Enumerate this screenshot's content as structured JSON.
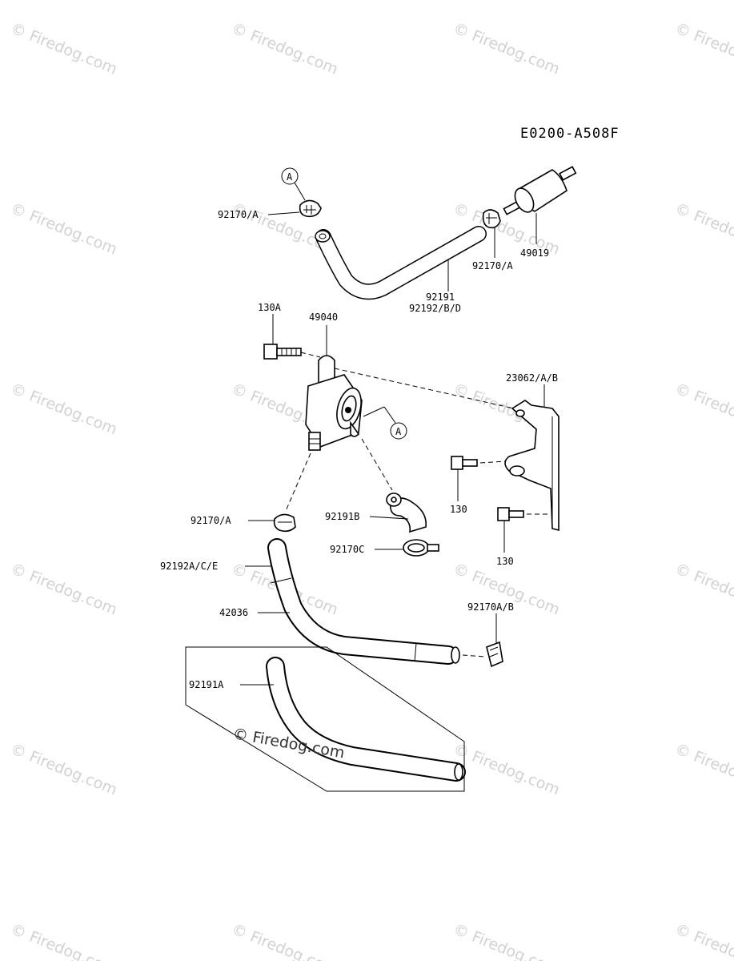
{
  "diagram_code": "E0200-A508F",
  "watermark": "© Firedog.com",
  "ref_marker": "A",
  "labels": {
    "clamp_top_left": "92170/A",
    "clamp_top_right": "92170/A",
    "fuel_filter": "49019",
    "hose_top_1": "92191",
    "hose_top_2": "92192/B/D",
    "bolt_130a": "130A",
    "fuel_pump": "49040",
    "bracket": "23062/A/B",
    "bolt_130_upper": "130",
    "bolt_130_lower": "130",
    "clamp_mid_left": "92170/A",
    "hose_92191b": "92191B",
    "clamp_92170c": "92170C",
    "hose_92192a": "92192A/C/E",
    "hose_42036": "42036",
    "clamp_92170ab": "92170A/B",
    "hose_92191a": "92191A"
  }
}
